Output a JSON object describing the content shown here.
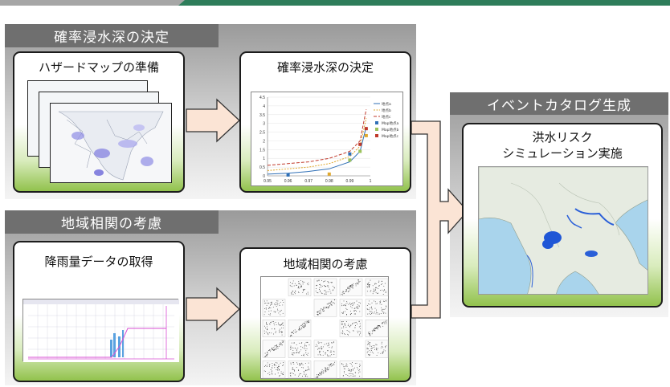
{
  "diagram": {
    "section_top_label": "確率浸水深の決定",
    "section_bottom_label": "地域相関の考慮",
    "section_right_label": "イベントカタログ生成",
    "cards": {
      "hazard_map": "ハザードマップの準備",
      "prob_depth": "確率浸水深の決定",
      "rainfall": "降雨量データの取得",
      "regional": "地域相関の考慮",
      "flood_sim_line1": "洪水リスク",
      "flood_sim_line2": "シミュレーション実施"
    }
  },
  "chart_data": {
    "type": "scatter",
    "x_ticks": [
      "0.95",
      "0.96",
      "0.97",
      "0.98",
      "0.99",
      "1"
    ],
    "y_ticks": [
      "0",
      "0.5",
      "1",
      "1.5",
      "2",
      "2.5",
      "3",
      "3.5",
      "4",
      "4.5"
    ],
    "xlim": [
      0.95,
      1.0
    ],
    "ylim": [
      0,
      4.5
    ],
    "legend": [
      "地点a",
      "地点b",
      "地点c",
      "Map地点a",
      "Map地点b",
      "Map地点c"
    ],
    "series_colors": [
      "#2f6fb6",
      "#e0a82e",
      "#c0392b",
      "#2f6fb6",
      "#9cc35c",
      "#c0392b"
    ],
    "curves": [
      {
        "x": [
          0.95,
          0.96,
          0.97,
          0.98,
          0.99,
          0.995,
          0.998
        ],
        "y": [
          0.1,
          0.15,
          0.25,
          0.4,
          0.8,
          1.4,
          2.8
        ]
      },
      {
        "x": [
          0.95,
          0.96,
          0.97,
          0.98,
          0.99,
          0.995,
          0.998
        ],
        "y": [
          0.3,
          0.4,
          0.5,
          0.7,
          1.1,
          1.7,
          3.3
        ]
      },
      {
        "x": [
          0.95,
          0.96,
          0.97,
          0.98,
          0.99,
          0.995,
          0.998
        ],
        "y": [
          0.6,
          0.7,
          0.8,
          1.0,
          1.4,
          2.0,
          3.8
        ]
      }
    ],
    "points": [
      {
        "x": 0.96,
        "y": 0.05,
        "s": 0
      },
      {
        "x": 0.98,
        "y": 0.1,
        "s": 1
      },
      {
        "x": 0.99,
        "y": 0.9,
        "s": 4
      },
      {
        "x": 0.99,
        "y": 1.25,
        "s": 3
      },
      {
        "x": 0.995,
        "y": 1.4,
        "s": 4
      },
      {
        "x": 0.995,
        "y": 1.8,
        "s": 5
      },
      {
        "x": 0.998,
        "y": 2.3,
        "s": 1
      },
      {
        "x": 0.998,
        "y": 2.7,
        "s": 2
      }
    ]
  }
}
